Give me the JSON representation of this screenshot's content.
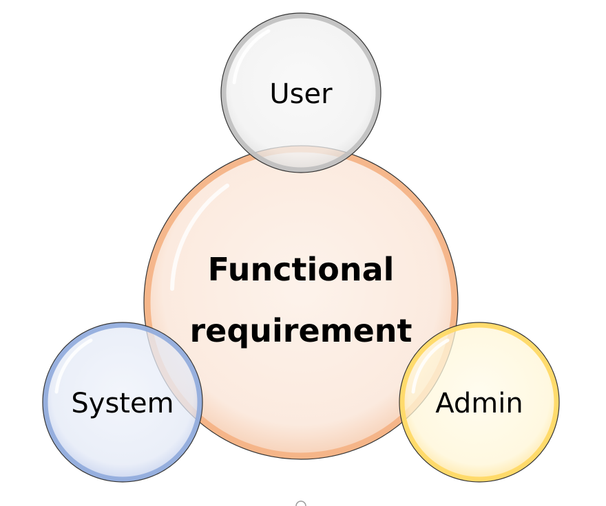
{
  "diagram": {
    "center": {
      "line1": "Functional",
      "line2": "requirement",
      "color": "#f4b183"
    },
    "nodes": {
      "user": {
        "label": "User",
        "color": "#bfbfbf"
      },
      "system": {
        "label": "System",
        "color": "#8faadc"
      },
      "admin": {
        "label": "Admin",
        "color": "#ffd966"
      }
    }
  }
}
